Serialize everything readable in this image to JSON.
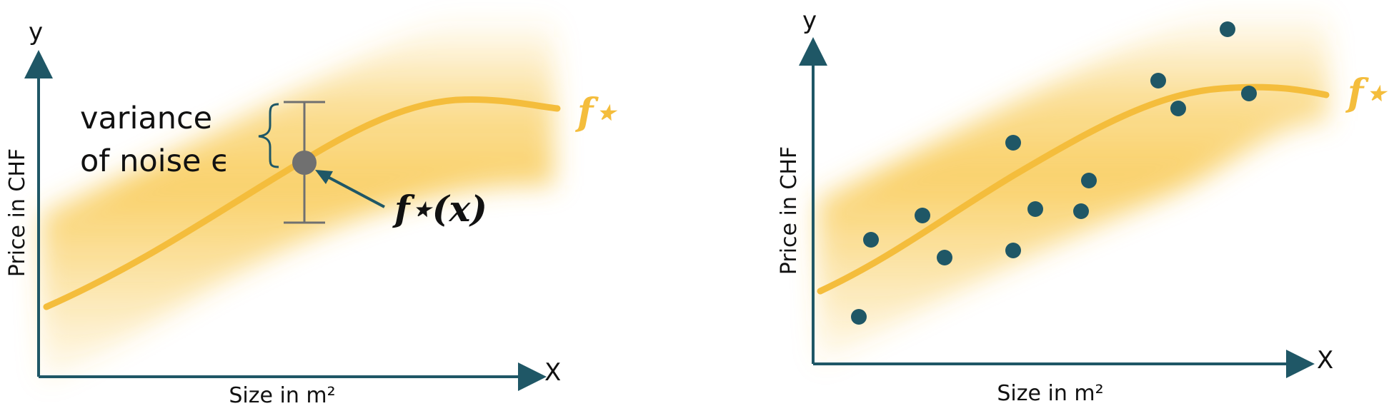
{
  "colors": {
    "axis": "#1f5766",
    "band": "#f7c23a",
    "curve": "#f4bd3c",
    "point": "#1f5766",
    "marker": "#707070"
  },
  "left_panel": {
    "y_axis_letter": "y",
    "x_axis_letter": "X",
    "y_label": "Price in CHF",
    "x_label": "Size in m²",
    "variance_line1": "variance",
    "variance_line2": "of noise ϵ",
    "function_label": "f⋆",
    "point_label": "f⋆(x)"
  },
  "right_panel": {
    "y_axis_letter": "y",
    "x_axis_letter": "X",
    "y_label": "Price in CHF",
    "x_label": "Size in m²",
    "function_label": "f⋆"
  },
  "icons": {
    "brace": "curly-brace-icon",
    "arrow": "pointer-arrow-icon"
  }
}
